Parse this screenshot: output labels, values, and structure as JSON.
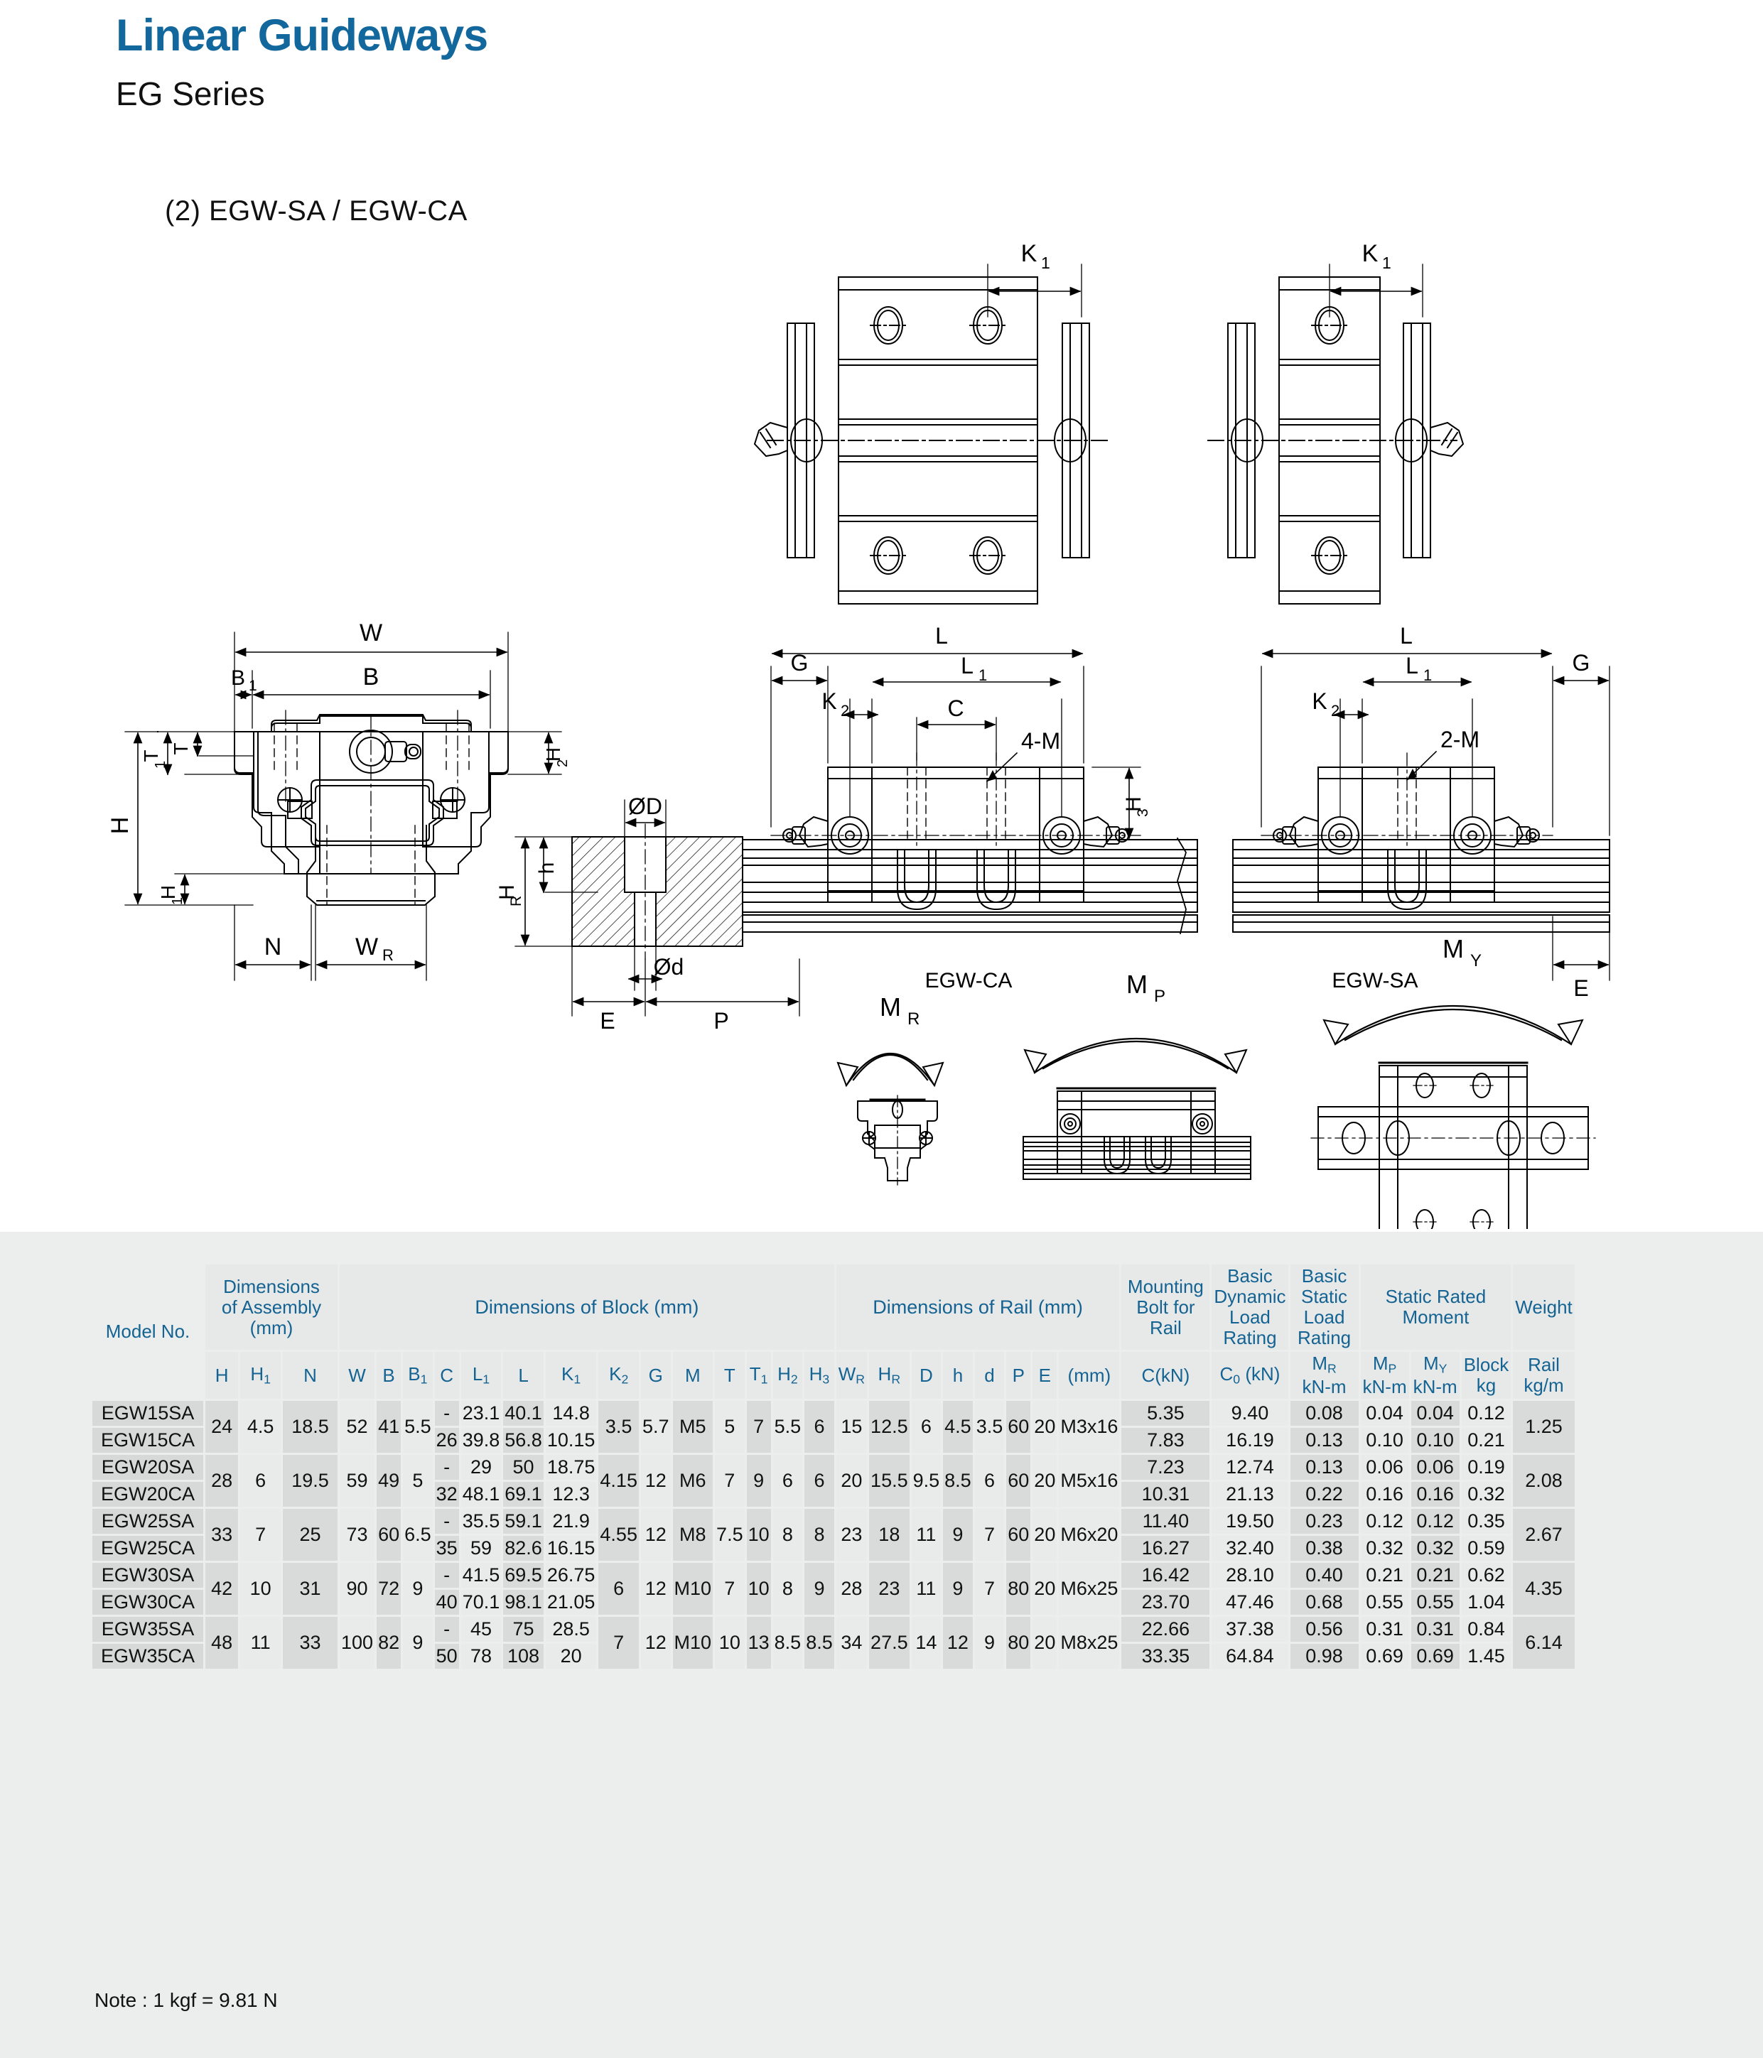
{
  "header": {
    "title": "Linear Guideways",
    "subtitle": "EG Series",
    "section": "(2) EGW-SA / EGW-CA"
  },
  "drawing": {
    "labels": {
      "k1": "K",
      "k1_sub": "1",
      "k2": "K",
      "k2_sub": "2",
      "w": "W",
      "b": "B",
      "b1": "B",
      "b1_sub": "1",
      "h": "H",
      "h1": "H",
      "h1_sub": "1",
      "h2": "H",
      "h2_sub": "2",
      "h3": "H",
      "h3_sub": "3",
      "t": "T",
      "t1": "T",
      "t1_sub": "1",
      "n": "N",
      "wr": "W",
      "wr_sub": "R",
      "hr": "H",
      "hr_sub": "R",
      "small_h": "h",
      "dia_D": "ØD",
      "dia_d": "Ød",
      "e": "E",
      "p": "P",
      "g": "G",
      "l": "L",
      "l1": "L",
      "l1_sub": "1",
      "c": "C",
      "four_m": "4-M",
      "two_m": "2-M",
      "egw_ca": "EGW-CA",
      "egw_sa": "EGW-SA",
      "mr": "M",
      "mr_sub": "R",
      "mp": "M",
      "mp_sub": "P",
      "my": "M",
      "my_sub": "Y"
    }
  },
  "table": {
    "group_headers": {
      "model_no": "Model No.",
      "dim_assembly": "Dimensions of Assembly (mm)",
      "dim_block": "Dimensions of Block (mm)",
      "dim_rail": "Dimensions of Rail (mm)",
      "mounting_bolt": "Mounting Bolt for Rail",
      "basic_dynamic": "Basic Dynamic Load Rating",
      "basic_static": "Basic Static Load Rating",
      "static_moment": "Static Rated Moment",
      "weight": "Weight"
    },
    "sub_headers": {
      "H": "H",
      "H1": "H1",
      "N": "N",
      "W": "W",
      "B": "B",
      "B1": "B1",
      "C": "C",
      "L1": "L1",
      "L": "L",
      "K1": "K1",
      "K2": "K2",
      "G": "G",
      "M": "M",
      "T": "T",
      "T1": "T1",
      "H2": "H2",
      "H3": "H3",
      "WR": "WR",
      "HR": "HR",
      "D": "D",
      "h": "h",
      "d": "d",
      "P": "P",
      "E": "E",
      "bolt_unit": "(mm)",
      "C_kN": "C(kN)",
      "C0_kN": "C0 (kN)",
      "MR": "MR",
      "MP": "MP",
      "MY": "MY",
      "kNm": "kN-m",
      "block": "Block",
      "rail": "Rail",
      "kg": "kg",
      "kgm": "kg/m"
    },
    "groups": [
      {
        "H": "24",
        "H1": "4.5",
        "N": "18.5",
        "W": "52",
        "B": "41",
        "B1": "5.5",
        "K2": "3.5",
        "G": "5.7",
        "M": "M5",
        "T": "5",
        "T1": "7",
        "H2": "5.5",
        "H3": "6",
        "WR": "15",
        "HR": "12.5",
        "D": "6",
        "h": "4.5",
        "d": "3.5",
        "P": "60",
        "E": "20",
        "bolt": "M3x16",
        "rail_weight": "1.25",
        "rows": [
          {
            "model": "EGW15SA",
            "C": "-",
            "L1": "23.1",
            "L": "40.1",
            "K1": "14.8",
            "Ckn": "5.35",
            "C0kn": "9.40",
            "MR": "0.08",
            "MP": "0.04",
            "MY": "0.04",
            "block_weight": "0.12"
          },
          {
            "model": "EGW15CA",
            "C": "26",
            "L1": "39.8",
            "L": "56.8",
            "K1": "10.15",
            "Ckn": "7.83",
            "C0kn": "16.19",
            "MR": "0.13",
            "MP": "0.10",
            "MY": "0.10",
            "block_weight": "0.21"
          }
        ]
      },
      {
        "H": "28",
        "H1": "6",
        "N": "19.5",
        "W": "59",
        "B": "49",
        "B1": "5",
        "K2": "4.15",
        "G": "12",
        "M": "M6",
        "T": "7",
        "T1": "9",
        "H2": "6",
        "H3": "6",
        "WR": "20",
        "HR": "15.5",
        "D": "9.5",
        "h": "8.5",
        "d": "6",
        "P": "60",
        "E": "20",
        "bolt": "M5x16",
        "rail_weight": "2.08",
        "rows": [
          {
            "model": "EGW20SA",
            "C": "-",
            "L1": "29",
            "L": "50",
            "K1": "18.75",
            "Ckn": "7.23",
            "C0kn": "12.74",
            "MR": "0.13",
            "MP": "0.06",
            "MY": "0.06",
            "block_weight": "0.19"
          },
          {
            "model": "EGW20CA",
            "C": "32",
            "L1": "48.1",
            "L": "69.1",
            "K1": "12.3",
            "Ckn": "10.31",
            "C0kn": "21.13",
            "MR": "0.22",
            "MP": "0.16",
            "MY": "0.16",
            "block_weight": "0.32"
          }
        ]
      },
      {
        "H": "33",
        "H1": "7",
        "N": "25",
        "W": "73",
        "B": "60",
        "B1": "6.5",
        "K2": "4.55",
        "G": "12",
        "M": "M8",
        "T": "7.5",
        "T1": "10",
        "H2": "8",
        "H3": "8",
        "WR": "23",
        "HR": "18",
        "D": "11",
        "h": "9",
        "d": "7",
        "P": "60",
        "E": "20",
        "bolt": "M6x20",
        "rail_weight": "2.67",
        "rows": [
          {
            "model": "EGW25SA",
            "C": "-",
            "L1": "35.5",
            "L": "59.1",
            "K1": "21.9",
            "Ckn": "11.40",
            "C0kn": "19.50",
            "MR": "0.23",
            "MP": "0.12",
            "MY": "0.12",
            "block_weight": "0.35"
          },
          {
            "model": "EGW25CA",
            "C": "35",
            "L1": "59",
            "L": "82.6",
            "K1": "16.15",
            "Ckn": "16.27",
            "C0kn": "32.40",
            "MR": "0.38",
            "MP": "0.32",
            "MY": "0.32",
            "block_weight": "0.59"
          }
        ]
      },
      {
        "H": "42",
        "H1": "10",
        "N": "31",
        "W": "90",
        "B": "72",
        "B1": "9",
        "K2": "6",
        "G": "12",
        "M": "M10",
        "T": "7",
        "T1": "10",
        "H2": "8",
        "H3": "9",
        "WR": "28",
        "HR": "23",
        "D": "11",
        "h": "9",
        "d": "7",
        "P": "80",
        "E": "20",
        "bolt": "M6x25",
        "rail_weight": "4.35",
        "rows": [
          {
            "model": "EGW30SA",
            "C": "-",
            "L1": "41.5",
            "L": "69.5",
            "K1": "26.75",
            "Ckn": "16.42",
            "C0kn": "28.10",
            "MR": "0.40",
            "MP": "0.21",
            "MY": "0.21",
            "block_weight": "0.62"
          },
          {
            "model": "EGW30CA",
            "C": "40",
            "L1": "70.1",
            "L": "98.1",
            "K1": "21.05",
            "Ckn": "23.70",
            "C0kn": "47.46",
            "MR": "0.68",
            "MP": "0.55",
            "MY": "0.55",
            "block_weight": "1.04"
          }
        ]
      },
      {
        "H": "48",
        "H1": "11",
        "N": "33",
        "W": "100",
        "B": "82",
        "B1": "9",
        "K2": "7",
        "G": "12",
        "M": "M10",
        "T": "10",
        "T1": "13",
        "H2": "8.5",
        "H3": "8.5",
        "WR": "34",
        "HR": "27.5",
        "D": "14",
        "h": "12",
        "d": "9",
        "P": "80",
        "E": "20",
        "bolt": "M8x25",
        "rail_weight": "6.14",
        "rows": [
          {
            "model": "EGW35SA",
            "C": "-",
            "L1": "45",
            "L": "75",
            "K1": "28.5",
            "Ckn": "22.66",
            "C0kn": "37.38",
            "MR": "0.56",
            "MP": "0.31",
            "MY": "0.31",
            "block_weight": "0.84"
          },
          {
            "model": "EGW35CA",
            "C": "50",
            "L1": "78",
            "L": "108",
            "K1": "20",
            "Ckn": "33.35",
            "C0kn": "64.84",
            "MR": "0.98",
            "MP": "0.69",
            "MY": "0.69",
            "block_weight": "1.45"
          }
        ]
      }
    ],
    "note": "Note : 1 kgf = 9.81 N"
  },
  "colors": {
    "brand_blue": "#12679c",
    "header_text_blue": "#146392",
    "table_bg": "#eceeee",
    "shade_a": "#d9dbdb",
    "shade_b": "#e9ebeb"
  }
}
